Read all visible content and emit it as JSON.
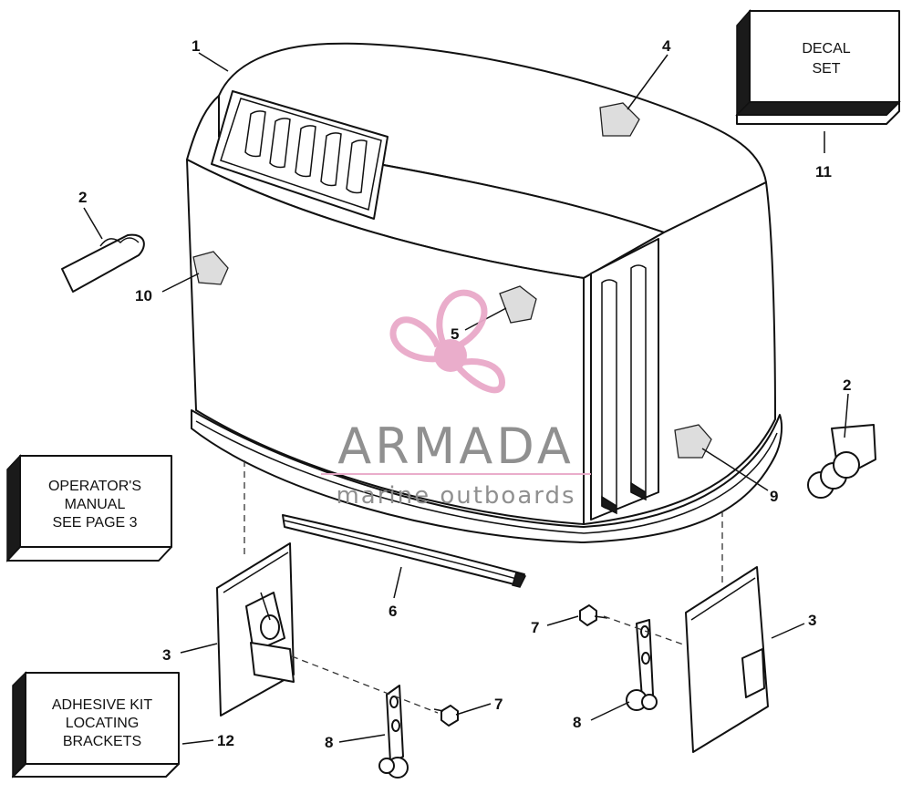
{
  "callouts": {
    "c1": "1",
    "c2a": "2",
    "c2b": "2",
    "c3a": "3",
    "c3b": "3",
    "c4": "4",
    "c5": "5",
    "c6": "6",
    "c7a": "7",
    "c7b": "7",
    "c8a": "8",
    "c8b": "8",
    "c9": "9",
    "c10": "10",
    "c11": "11",
    "c12": "12"
  },
  "boxes": {
    "decal": {
      "line1": "DECAL",
      "line2": "SET"
    },
    "manual": {
      "line1": "OPERATOR'S",
      "line2": "MANUAL",
      "line3": "SEE PAGE 3"
    },
    "adhesive": {
      "line1": "ADHESIVE KIT",
      "line2": "LOCATING",
      "line3": "BRACKETS"
    }
  },
  "watermark": {
    "brand": "ARMADA",
    "tagline": "marine outboards",
    "accent_color": "#e9a9c9",
    "text_color": "#8b8b8b"
  }
}
